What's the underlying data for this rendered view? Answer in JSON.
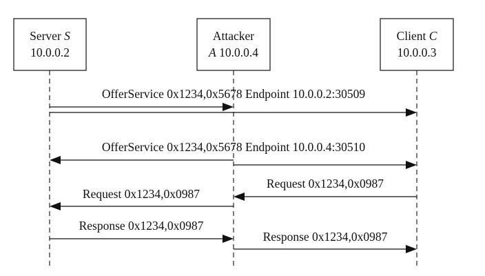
{
  "participants": {
    "server": {
      "name": "Server",
      "symbol": "S",
      "ip": "10.0.0.2"
    },
    "attacker": {
      "name": "Attacker",
      "symbol": "A",
      "ip": "10.0.0.4"
    },
    "client": {
      "name": "Client",
      "symbol": "C",
      "ip": "10.0.0.3"
    }
  },
  "messages": [
    {
      "text": "OfferService 0x1234,0x5678 Endpoint 10.0.0.2:30509"
    },
    {
      "text": "OfferService 0x1234,0x5678 Endpoint 10.0.0.4:30510"
    },
    {
      "text": "Request 0x1234,0x0987"
    },
    {
      "text": "Request 0x1234,0x0987"
    },
    {
      "text": "Response 0x1234,0x0987"
    },
    {
      "text": "Response 0x1234,0x0987"
    }
  ]
}
